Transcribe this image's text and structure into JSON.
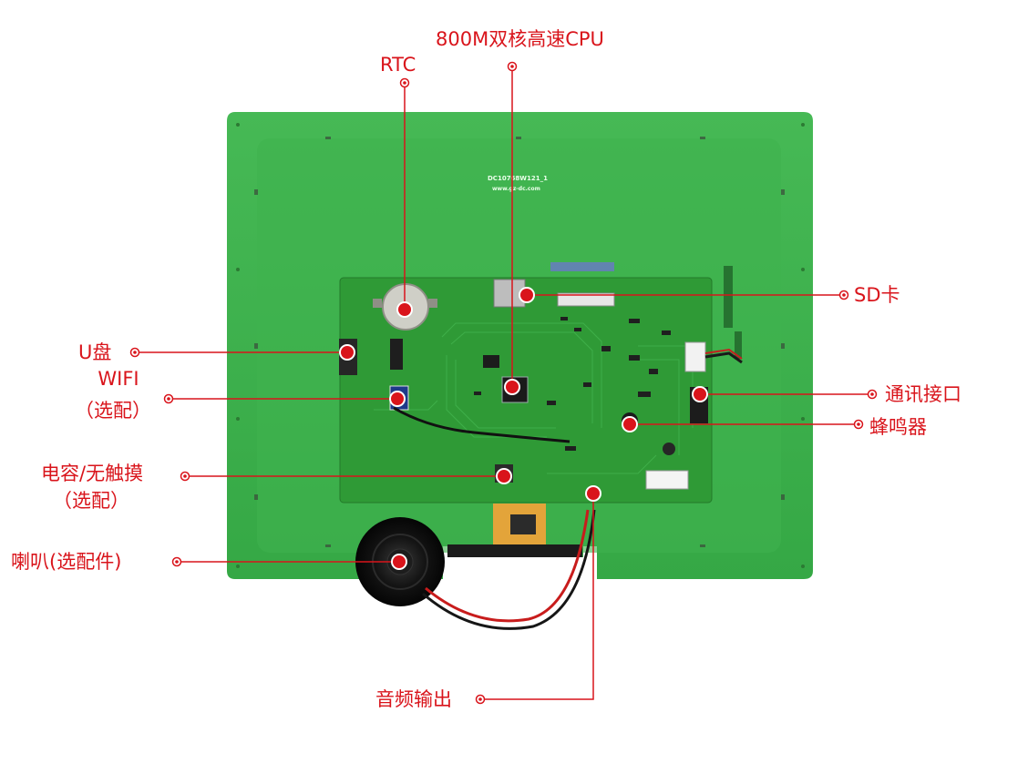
{
  "board": {
    "model": "DC10768W121_1",
    "website": "www.gz-dc.com"
  },
  "colors": {
    "callout": "#d9141b",
    "board_green": "#3bb24a",
    "pcb_green": "#2f9a36"
  },
  "callouts": {
    "cpu": "800M双核高速CPU",
    "rtc": "RTC",
    "sd": "SD卡",
    "usb": "U盘",
    "wifi_line1": "WIFI",
    "wifi_line2": "（选配）",
    "comm": "通讯接口",
    "buzzer": "蜂鸣器",
    "touch_line1": "电容/无触摸",
    "touch_line2": "（选配）",
    "speaker": "喇叭(选配件)",
    "audio": "音频输出"
  }
}
